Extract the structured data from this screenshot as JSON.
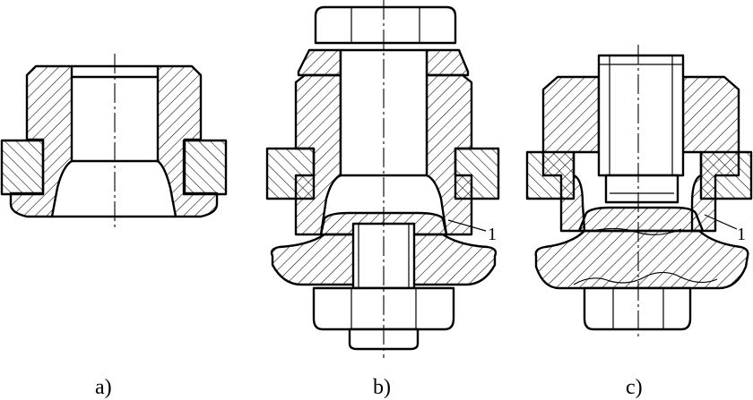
{
  "figure": {
    "panels": [
      {
        "id": "a",
        "caption": "a)"
      },
      {
        "id": "b",
        "caption": "b)",
        "callout": "1"
      },
      {
        "id": "c",
        "caption": "c)",
        "callout": "1"
      }
    ]
  }
}
